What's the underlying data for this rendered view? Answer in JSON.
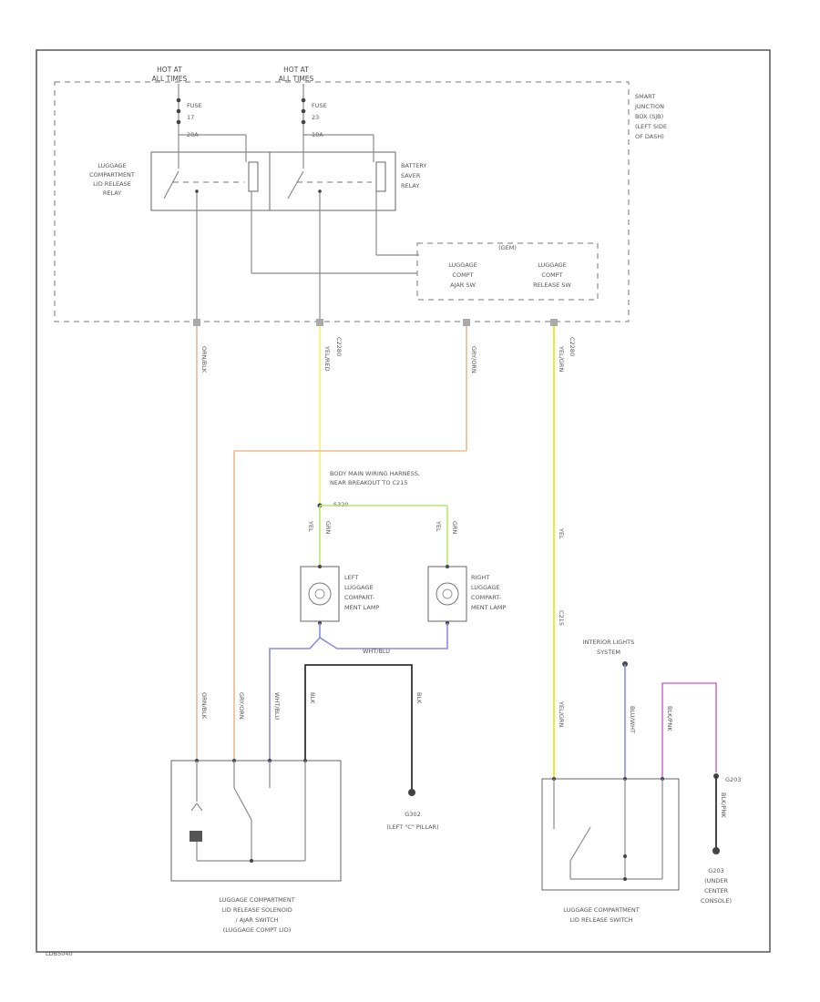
{
  "hot_left": [
    "HOT AT",
    "ALL TIMES"
  ],
  "hot_right": [
    "HOT AT",
    "ALL TIMES"
  ],
  "fuse_left": [
    "FUSE",
    "17",
    "20A"
  ],
  "fuse_right": [
    "FUSE",
    "23",
    "10A"
  ],
  "sjb": [
    "SMART",
    "JUNCTION",
    "BOX (SJB)",
    "(LEFT SIDE",
    "OF DASH)"
  ],
  "relay_left": [
    "LUGGAGE",
    "COMPARTMENT",
    "LID RELEASE",
    "RELAY"
  ],
  "relay_right": [
    "BATTERY",
    "SAVER",
    "RELAY"
  ],
  "gem_title": "(GEM)",
  "gem_ajar": [
    "LUGGAGE",
    "COMPT",
    "AJAR SW"
  ],
  "gem_release": [
    "LUGGAGE",
    "COMPT",
    "RELEASE SW"
  ],
  "harness": [
    "BODY MAIN WIRING HARNESS,",
    "NEAR BREAKOUT TO C215"
  ],
  "splice": "S320",
  "lamp_left": [
    "LEFT",
    "LUGGAGE",
    "COMPART-",
    "MENT LAMP"
  ],
  "lamp_right": [
    "RIGHT",
    "LUGGAGE",
    "COMPART-",
    "MENT LAMP"
  ],
  "wht_blu": "WHT/BLU",
  "interior": [
    "INTERIOR LIGHTS",
    "SYSTEM"
  ],
  "g302": [
    "G302",
    "(LEFT \"C\" PILLAR)"
  ],
  "g203_top": "G203",
  "g203": [
    "G203",
    "(UNDER",
    "CENTER",
    "CONSOLE)"
  ],
  "solenoid": [
    "LUGGAGE COMPARTMENT",
    "LID RELEASE SOLENOID",
    "/ AJAR SWITCH",
    "(LUGGAGE COMPT LID)"
  ],
  "release_sw": [
    "LUGGAGE COMPARTMENT",
    "LID RELEASE SWITCH"
  ],
  "wire_labels": {
    "w1": "ORN/BLK",
    "w2": "YEL/RED",
    "w3": "GRY/ORN",
    "w4": "YEL/GRN",
    "w5": "YEL",
    "w6": "GRN",
    "w7": "YEL",
    "w8": "GRN",
    "w9": "ORN/BLK",
    "w10": "GRY/ORN",
    "w11": "WHT/BLU",
    "w12": "BLK",
    "w13": "BLK",
    "w14": "YEL/GRN",
    "w15": "BLU/WHT",
    "w16": "BLK/PNK",
    "w17": "BLK/PNK",
    "conn1": "C2280",
    "conn2": "C2280",
    "c215": "C215",
    "yel": "YEL"
  },
  "diagram_id": "LDB5040"
}
